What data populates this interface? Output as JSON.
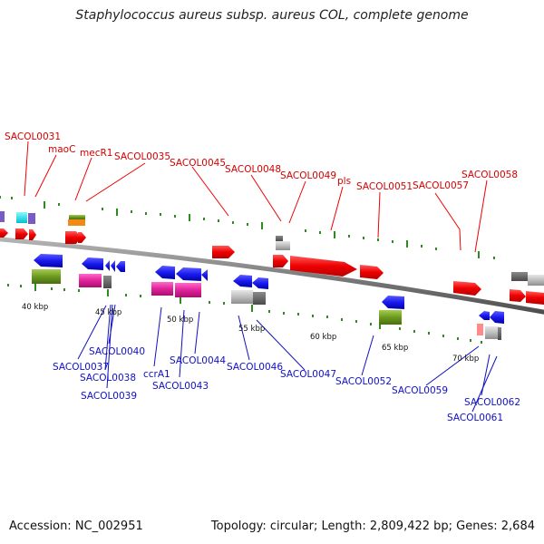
{
  "title": "Staphylococcus aureus subsp. aureus COL, complete genome",
  "accession_label": "Accession: NC_002951",
  "summary_label": "Topology: circular; Length: 2,809,422 bp; Genes: 2,684",
  "colors": {
    "forward_cds": "#ee0000",
    "reverse_cds": "#1a1aee",
    "forward_label": "#d40000",
    "reverse_label": "#1010c0",
    "backbone": "#8a8a8a",
    "tick": "#2e8b1e",
    "gray_feature": "#b8b8b8",
    "magenta_feature": "#e0229a",
    "olive_feature": "#6b9a1e",
    "cyan_feature": "#00d8e8",
    "orange_feature": "#f08a14"
  },
  "scale_labels": [
    "40 kbp",
    "45 kbp",
    "50 kbp",
    "55 kbp",
    "60 kbp",
    "65 kbp",
    "70 kbp"
  ],
  "forward_genes": [
    "SACOL0031",
    "maoC",
    "mecR1",
    "SACOL0035",
    "SACOL0045",
    "SACOL0048",
    "SACOL0049",
    "pls",
    "SACOL0051",
    "SACOL0057",
    "SACOL0058"
  ],
  "reverse_genes": [
    "SACOL0037",
    "SACOL0040",
    "SACOL0038",
    "SACOL0039",
    "ccrA1",
    "SACOL0043",
    "SACOL0044",
    "SACOL0046",
    "SACOL0047",
    "SACOL0052",
    "SACOL0059",
    "SACOL0062",
    "SACOL0061"
  ]
}
